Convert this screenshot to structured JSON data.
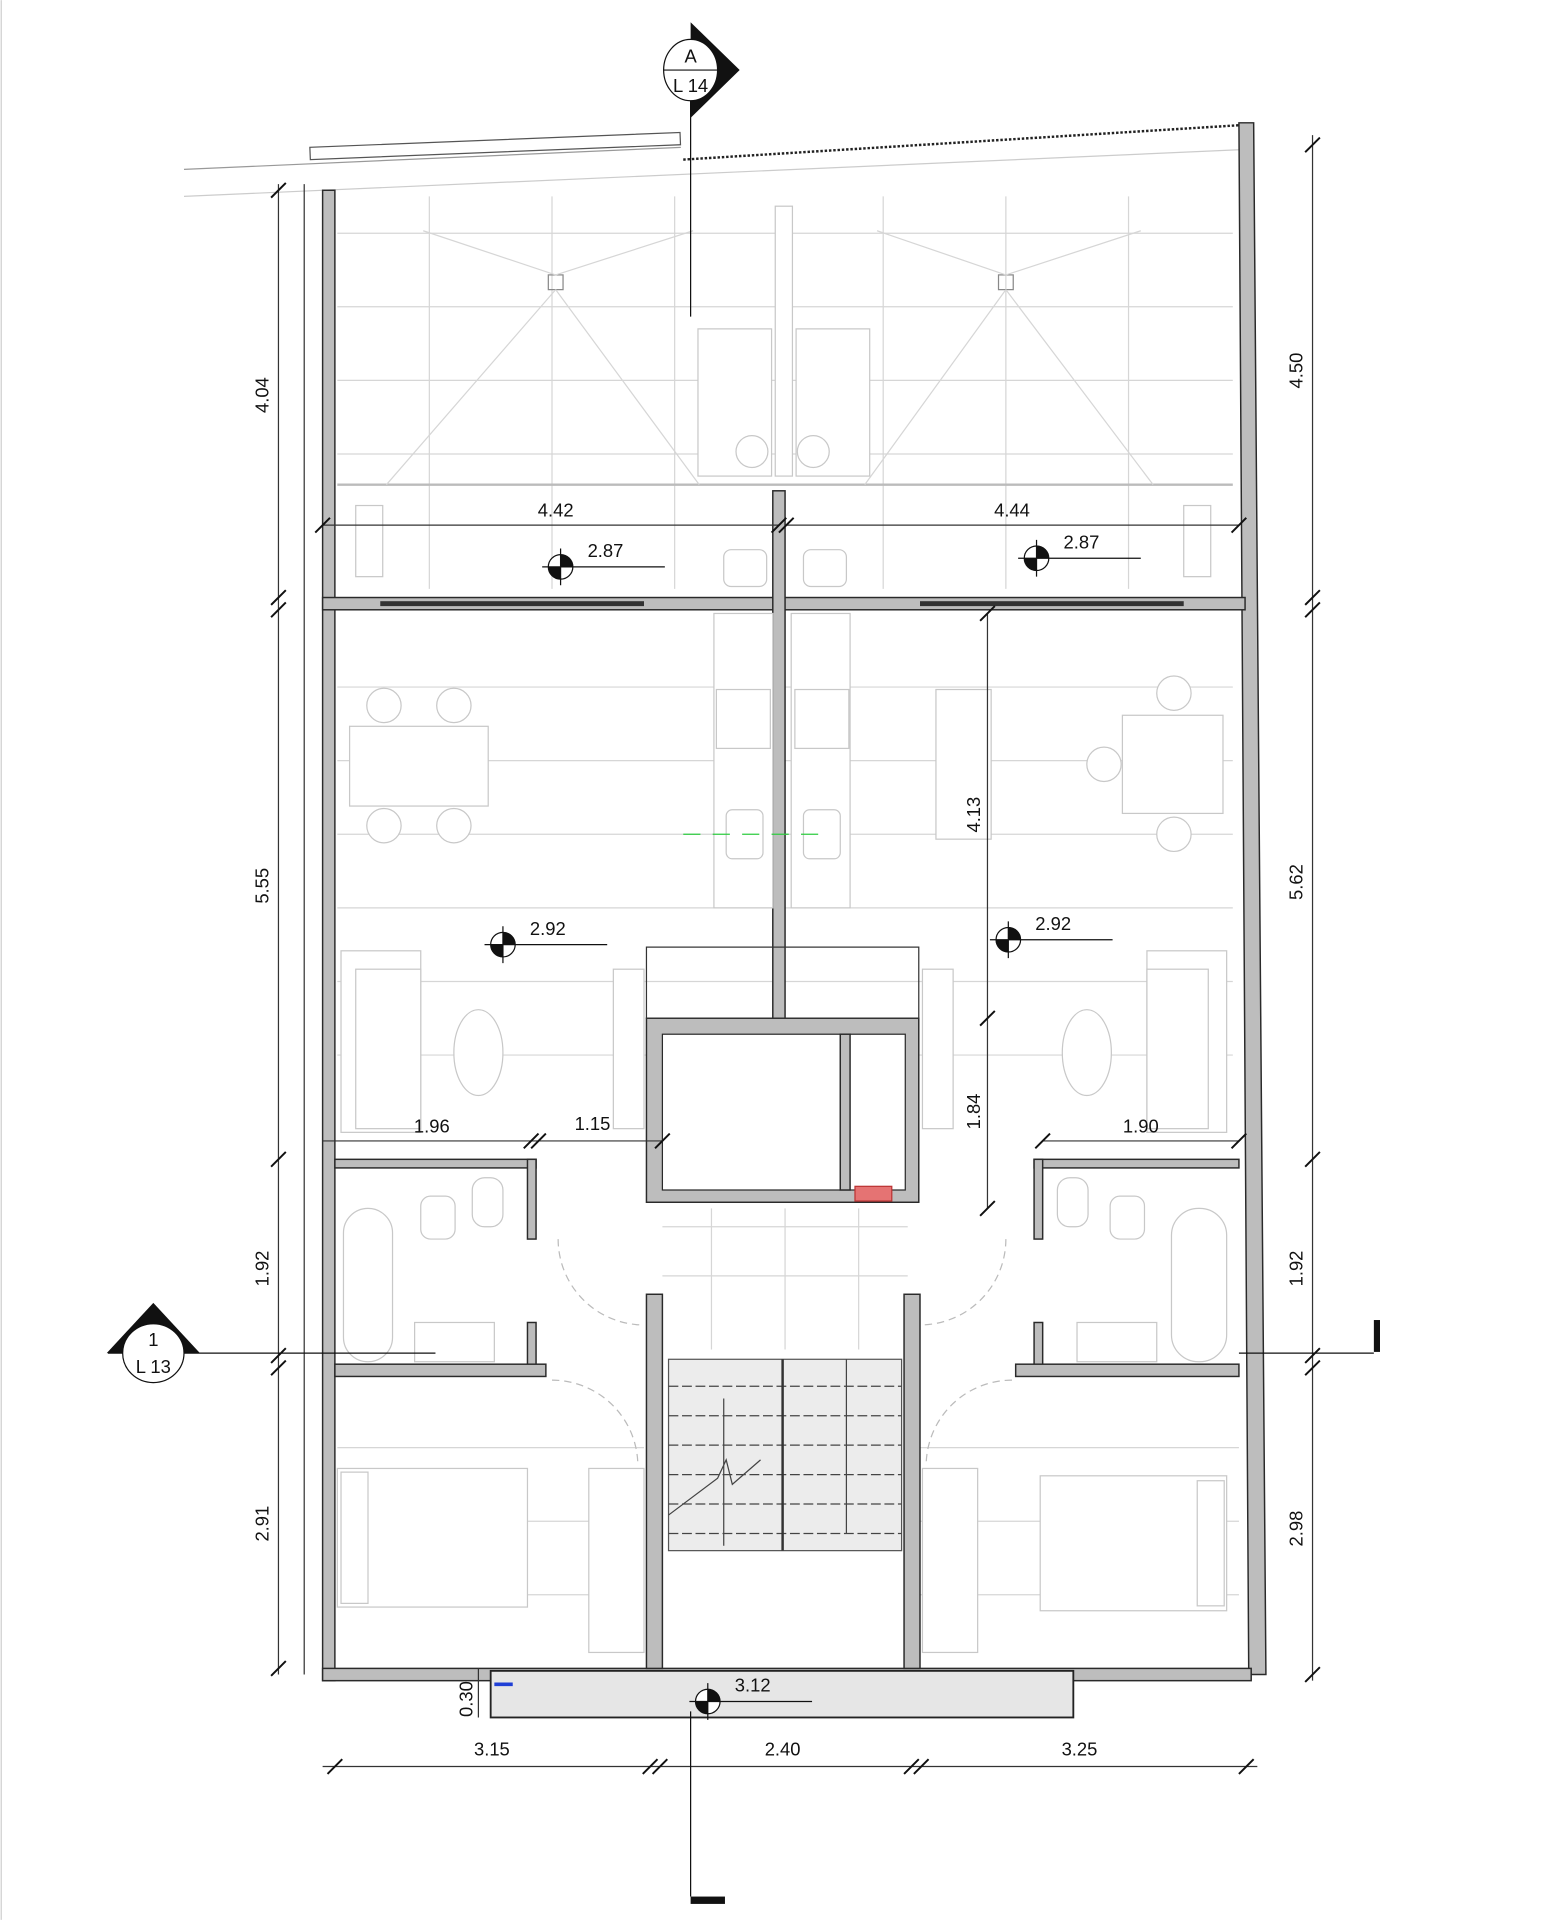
{
  "drawing": {
    "title": "Floor plan"
  },
  "section_markers": [
    {
      "letter": "A",
      "sheet": "L 14"
    },
    {
      "number": "1",
      "sheet": "L 13"
    }
  ],
  "dimensions": {
    "left": [
      "4.04",
      "5.55",
      "1.92",
      "2.91"
    ],
    "right": [
      "4.50",
      "5.62",
      "1.92",
      "2.98"
    ],
    "top": [
      "4.42",
      "4.44"
    ],
    "bottom": [
      "3.15",
      "2.40",
      "3.25"
    ],
    "interior": {
      "living_left": "1.96",
      "hall": "1.15",
      "living_right": "1.90",
      "core": "1.84",
      "kitchen": "4.13",
      "balcony": "0.30"
    }
  },
  "levels": [
    "2.87",
    "2.87",
    "2.92",
    "2.92",
    "3.12"
  ],
  "colors": {
    "wall": "#bdbdbd",
    "line": "#2a2a2a",
    "furniture": "#c8c8c8",
    "highlight": "#e57373",
    "accent_green": "#2ecc40",
    "accent_blue": "#1f3fd6"
  }
}
